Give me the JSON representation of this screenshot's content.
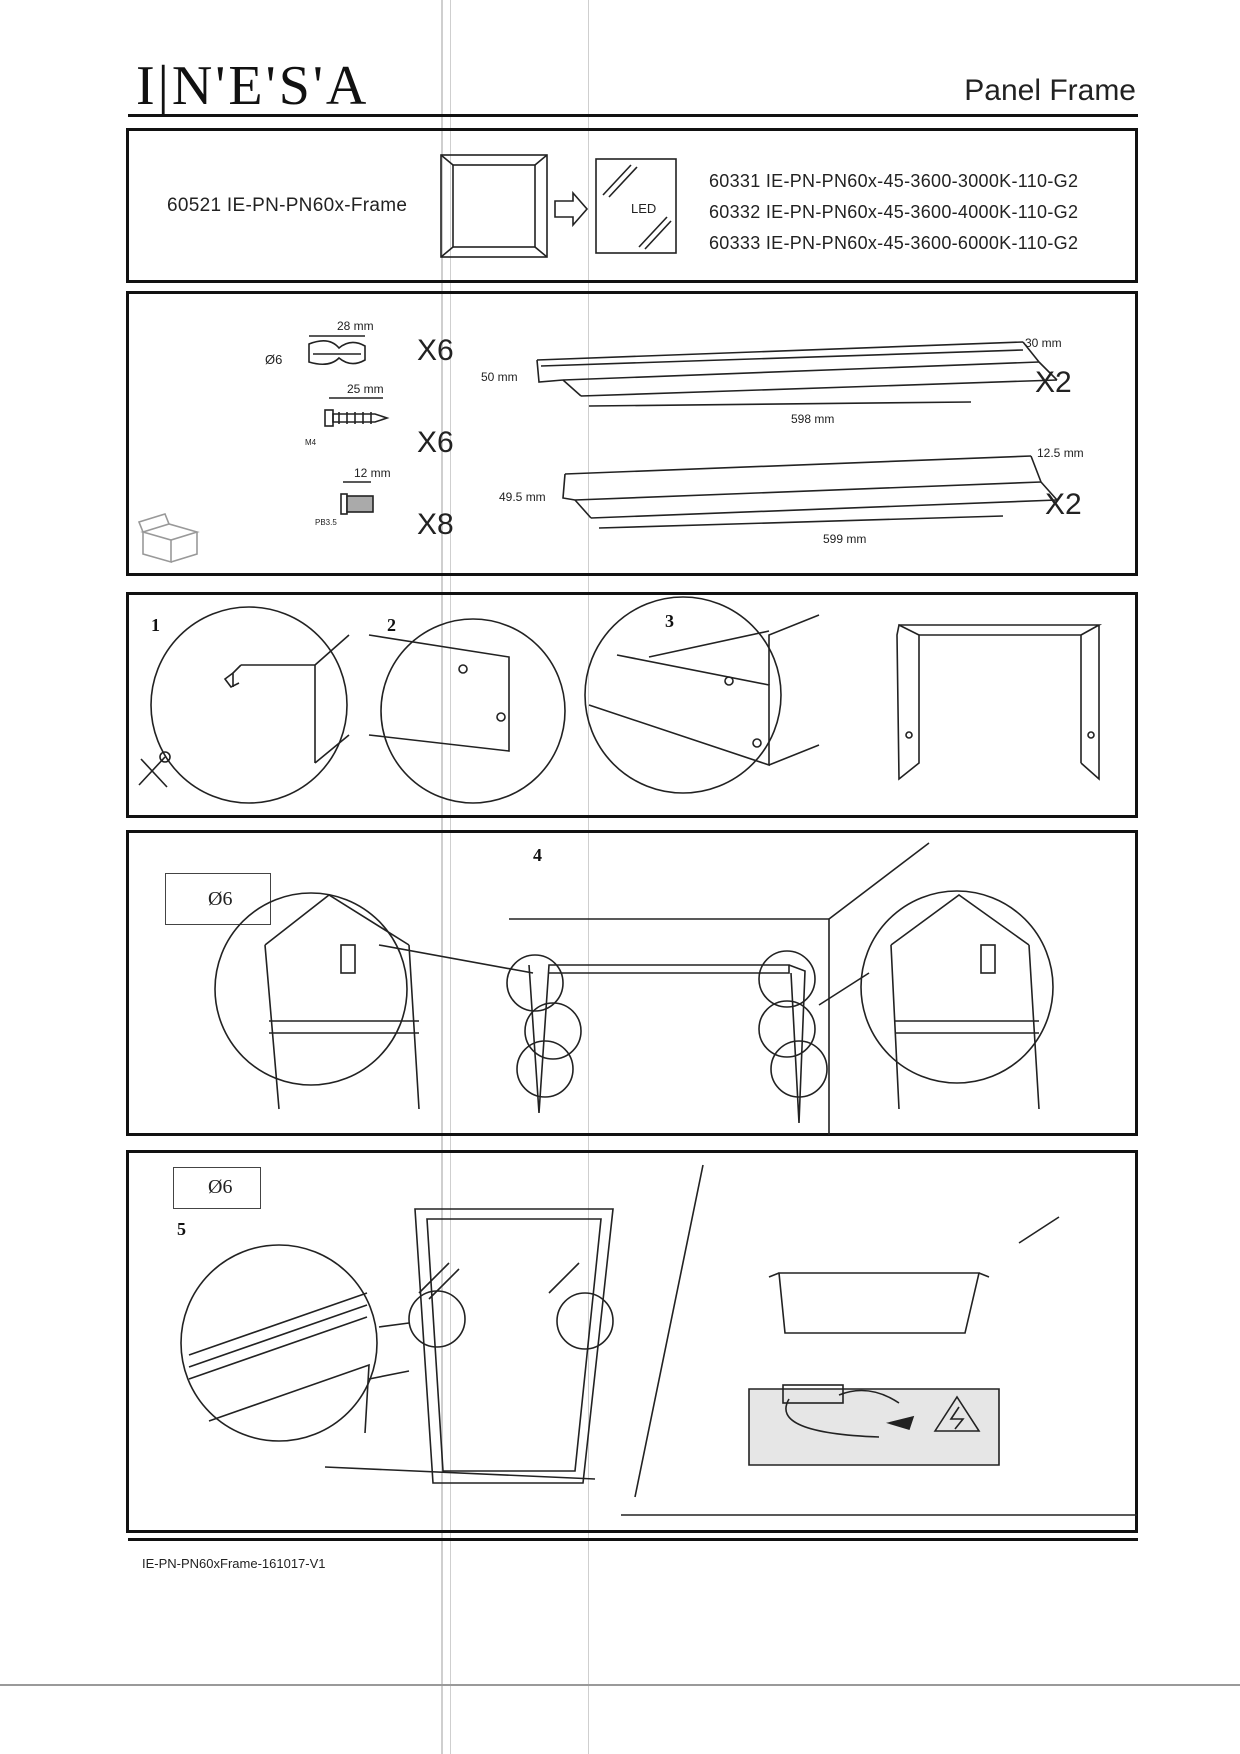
{
  "header": {
    "logo": "I|N'E'S'A",
    "title": "Panel Frame"
  },
  "product": {
    "frame_code": "60521 IE-PN-PN60x-Frame",
    "led_label": "LED",
    "compatible_panels": [
      "60331  IE-PN-PN60x-45-3600-3000K-110-G2",
      "60332  IE-PN-PN60x-45-3600-4000K-110-G2",
      "60333  IE-PN-PN60x-45-3600-6000K-110-G2"
    ]
  },
  "parts": {
    "anchor": {
      "diameter": "Ø6",
      "length": "28 mm",
      "qty": "X6"
    },
    "screw": {
      "thread": "M4",
      "length": "25 mm",
      "qty": "X6"
    },
    "small_screw": {
      "thread": "PB3.5",
      "length": "12 mm",
      "qty": "X8"
    },
    "rail_a": {
      "height": "50 mm",
      "depth": "30 mm",
      "length": "598 mm",
      "qty": "X2"
    },
    "rail_b": {
      "height": "49.5 mm",
      "depth": "12.5 mm",
      "length": "599 mm",
      "qty": "X2"
    }
  },
  "steps": {
    "s1": "1",
    "s2": "2",
    "s3": "3",
    "s4": "4",
    "s5": "5",
    "drill": "Ø6"
  },
  "footer": {
    "code": "IE-PN-PN60xFrame-161017-V1"
  }
}
